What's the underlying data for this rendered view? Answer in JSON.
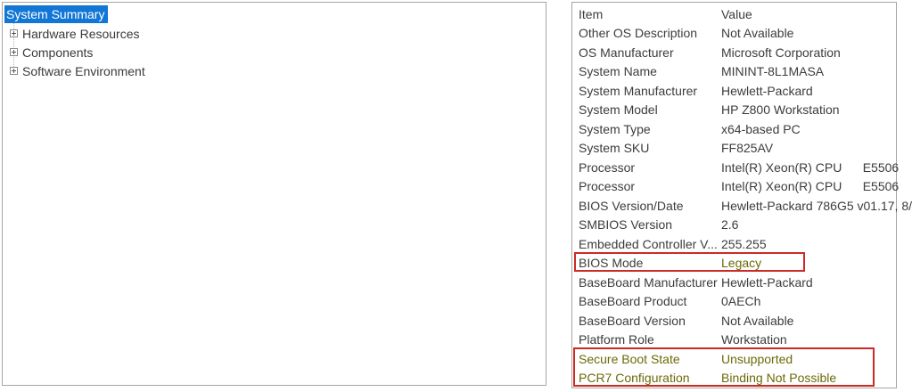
{
  "tree": {
    "selected": "System Summary",
    "items": [
      {
        "label": "Hardware Resources"
      },
      {
        "label": "Components"
      },
      {
        "label": "Software Environment"
      }
    ]
  },
  "details": {
    "columns": {
      "item": "Item",
      "value": "Value"
    },
    "rows": [
      {
        "item": "Other OS Description",
        "value": "Not Available",
        "item_hl": false,
        "value_hl": false
      },
      {
        "item": "OS Manufacturer",
        "value": "Microsoft Corporation",
        "item_hl": false,
        "value_hl": false
      },
      {
        "item": "System Name",
        "value": "MININT-8L1MASA",
        "item_hl": false,
        "value_hl": false
      },
      {
        "item": "System Manufacturer",
        "value": "Hewlett-Packard",
        "item_hl": false,
        "value_hl": false
      },
      {
        "item": "System Model",
        "value": "HP Z800 Workstation",
        "item_hl": false,
        "value_hl": false
      },
      {
        "item": "System Type",
        "value": "x64-based PC",
        "item_hl": false,
        "value_hl": false
      },
      {
        "item": "System SKU",
        "value": "FF825AV",
        "item_hl": false,
        "value_hl": false
      },
      {
        "item": "Processor",
        "value": "Intel(R) Xeon(R) CPU      E5506",
        "item_hl": false,
        "value_hl": false
      },
      {
        "item": "Processor",
        "value": "Intel(R) Xeon(R) CPU      E5506",
        "item_hl": false,
        "value_hl": false
      },
      {
        "item": "BIOS Version/Date",
        "value": "Hewlett-Packard 786G5 v01.17, 8/",
        "item_hl": false,
        "value_hl": false
      },
      {
        "item": "SMBIOS Version",
        "value": "2.6",
        "item_hl": false,
        "value_hl": false
      },
      {
        "item": "Embedded Controller V...",
        "value": "255.255",
        "item_hl": false,
        "value_hl": false
      },
      {
        "item": "BIOS Mode",
        "value": "Legacy",
        "item_hl": false,
        "value_hl": true
      },
      {
        "item": "BaseBoard Manufacturer",
        "value": "Hewlett-Packard",
        "item_hl": false,
        "value_hl": false
      },
      {
        "item": "BaseBoard Product",
        "value": "0AECh",
        "item_hl": false,
        "value_hl": false
      },
      {
        "item": "BaseBoard Version",
        "value": "Not Available",
        "item_hl": false,
        "value_hl": false
      },
      {
        "item": "Platform Role",
        "value": "Workstation",
        "item_hl": false,
        "value_hl": false
      },
      {
        "item": "Secure Boot State",
        "value": "Unsupported",
        "item_hl": true,
        "value_hl": true
      },
      {
        "item": "PCR7 Configuration",
        "value": "Binding Not Possible",
        "item_hl": true,
        "value_hl": true
      }
    ]
  },
  "colors": {
    "selection_bg": "#1276d6",
    "selection_text": "#ffffff",
    "annotation_red": "#cd2a26",
    "highlight_text": "#6b6a08",
    "normal_text": "#3c3c3c",
    "panel_border": "#a6a69e"
  }
}
